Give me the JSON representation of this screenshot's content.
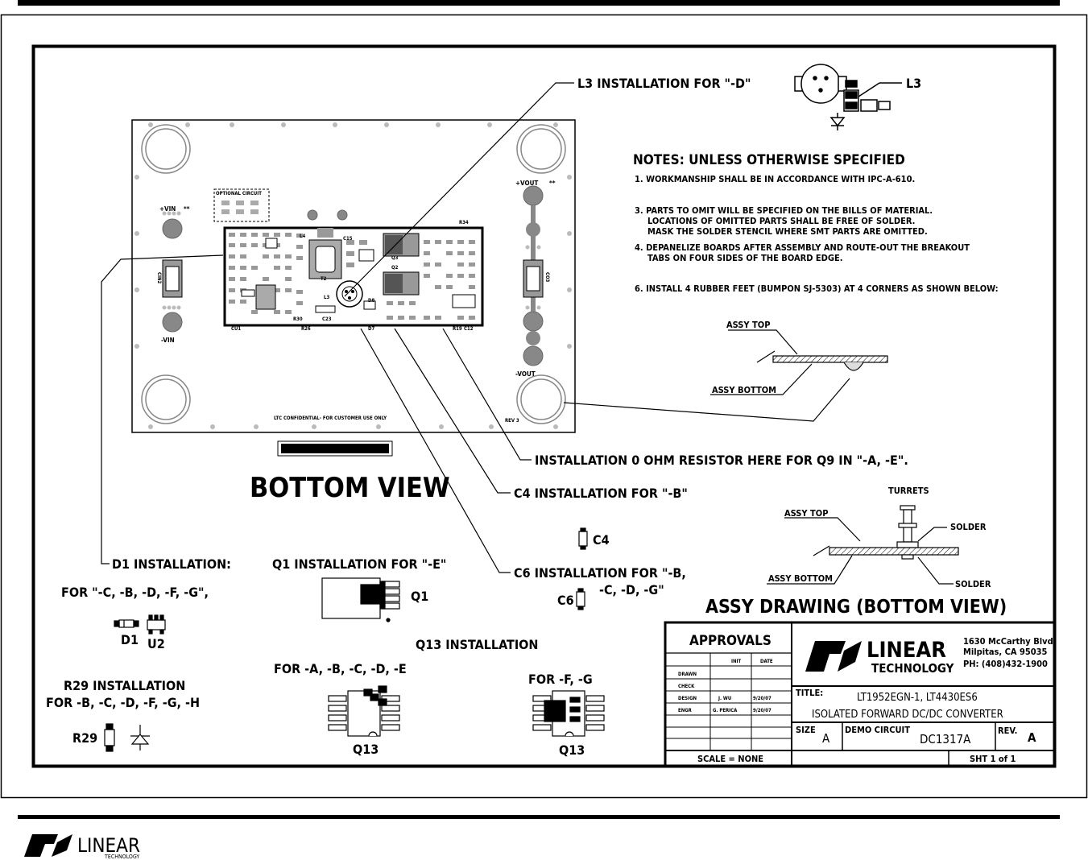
{
  "view": {
    "bottom_view": "BOTTOM VIEW",
    "assy_drawing": "ASSY DRAWING (BOTTOM VIEW)"
  },
  "notes": {
    "title": "NOTES: UNLESS OTHERWISE SPECIFIED",
    "n1": "1. WORKMANSHIP SHALL BE IN ACCORDANCE WITH IPC-A-610.",
    "n3a": "3. PARTS TO OMIT WILL BE SPECIFIED ON THE BILLS OF MATERIAL.",
    "n3b": "LOCATIONS OF OMITTED PARTS SHALL BE FREE OF SOLDER.",
    "n3c": "MASK THE SOLDER STENCIL WHERE SMT PARTS ARE OMITTED.",
    "n4a": "4. DEPANELIZE BOARDS AFTER ASSEMBLY AND ROUTE-OUT THE BREAKOUT",
    "n4b": "TABS ON FOUR SIDES OF THE BOARD EDGE.",
    "n6": "6. INSTALL 4 RUBBER FEET (BUMPON SJ-5303) AT 4 CORNERS AS SHOWN BELOW:"
  },
  "callouts": {
    "l3_install": "L3 INSTALLATION FOR \"-D\"",
    "l3": "L3",
    "install_0ohm": "INSTALLATION 0 OHM RESISTOR HERE FOR Q9 IN \"-A, -E\".",
    "c4_install": "C4 INSTALLATION FOR \"-B\"",
    "c4": "C4",
    "c6_install": "C6 INSTALLATION FOR \"-B,",
    "c6_variants": "-C, -D, -G\"",
    "c6": "C6",
    "d1_install": "D1 INSTALLATION:",
    "d1_for": "FOR \"-C, -B, -D, -F, -G\",",
    "d1": "D1",
    "u2": "U2",
    "q1_install": "Q1 INSTALLATION FOR \"-E\"",
    "q1": "Q1",
    "q13_install": "Q13 INSTALLATION",
    "q13_for_a": "FOR -A, -B, -C, -D, -E",
    "q13_for_f": "FOR -F, -G",
    "q13": "Q13",
    "r29_install": "R29 INSTALLATION",
    "r29_for": "FOR -B, -C, -D, -F, -G, -H",
    "r29": "R29"
  },
  "assy": {
    "top": "ASSY TOP",
    "bottom": "ASSY BOTTOM",
    "turrets": "TURRETS",
    "solder": "SOLDER"
  },
  "board": {
    "vin_pos": "+VIN",
    "vin_neg": "-VIN",
    "vout_pos": "+VOUT",
    "vout_neg": "-VOUT",
    "stars": "**",
    "confidential": "LTC CONFIDENTIAL- FOR CUSTOMER USE ONLY",
    "rev": "REV 3",
    "optional_circuit": "OPTIONAL CIRCUIT",
    "cu1": "CU1",
    "r26": "R26",
    "c23": "C23",
    "r30": "R30",
    "l3": "L3",
    "l4": "L4",
    "t2": "T2",
    "q2": "Q2",
    "q3": "Q3",
    "d7": "D7",
    "d8": "D8",
    "c12": "C12",
    "r19": "R19",
    "c15": "C15",
    "r34": "R34",
    "cin2": "CIN2",
    "co3": "CO3"
  },
  "title_block": {
    "approvals": "APPROVALS",
    "init": "INIT",
    "date": "DATE",
    "drawn": "DRAWN",
    "check": "CHECK",
    "design": "DESIGN",
    "design_init": "J. WU",
    "design_date": "9/20/07",
    "engr": "ENGR",
    "engr_init": "G. PERICA",
    "engr_date": "9/20/07",
    "scale": "SCALE = NONE",
    "company_line1": "LINEAR",
    "company_line2": "TECHNOLOGY",
    "address1": "1630 McCarthy Blvd.",
    "address2": "Milpitas, CA 95035",
    "phone": "PH: (408)432-1900",
    "title_label": "TITLE:",
    "title1": "LT1952EGN-1, LT4430ES6",
    "title2": "ISOLATED FORWARD DC/DC CONVERTER",
    "size_label": "SIZE",
    "size": "A",
    "demo_label": "DEMO CIRCUIT",
    "demo": "DC1317A",
    "rev_label": "REV.",
    "rev": "A",
    "sheet": "SHT 1 of 1"
  },
  "footer": {
    "logo_line1": "LINEAR",
    "logo_line2": "TECHNOLOGY"
  }
}
